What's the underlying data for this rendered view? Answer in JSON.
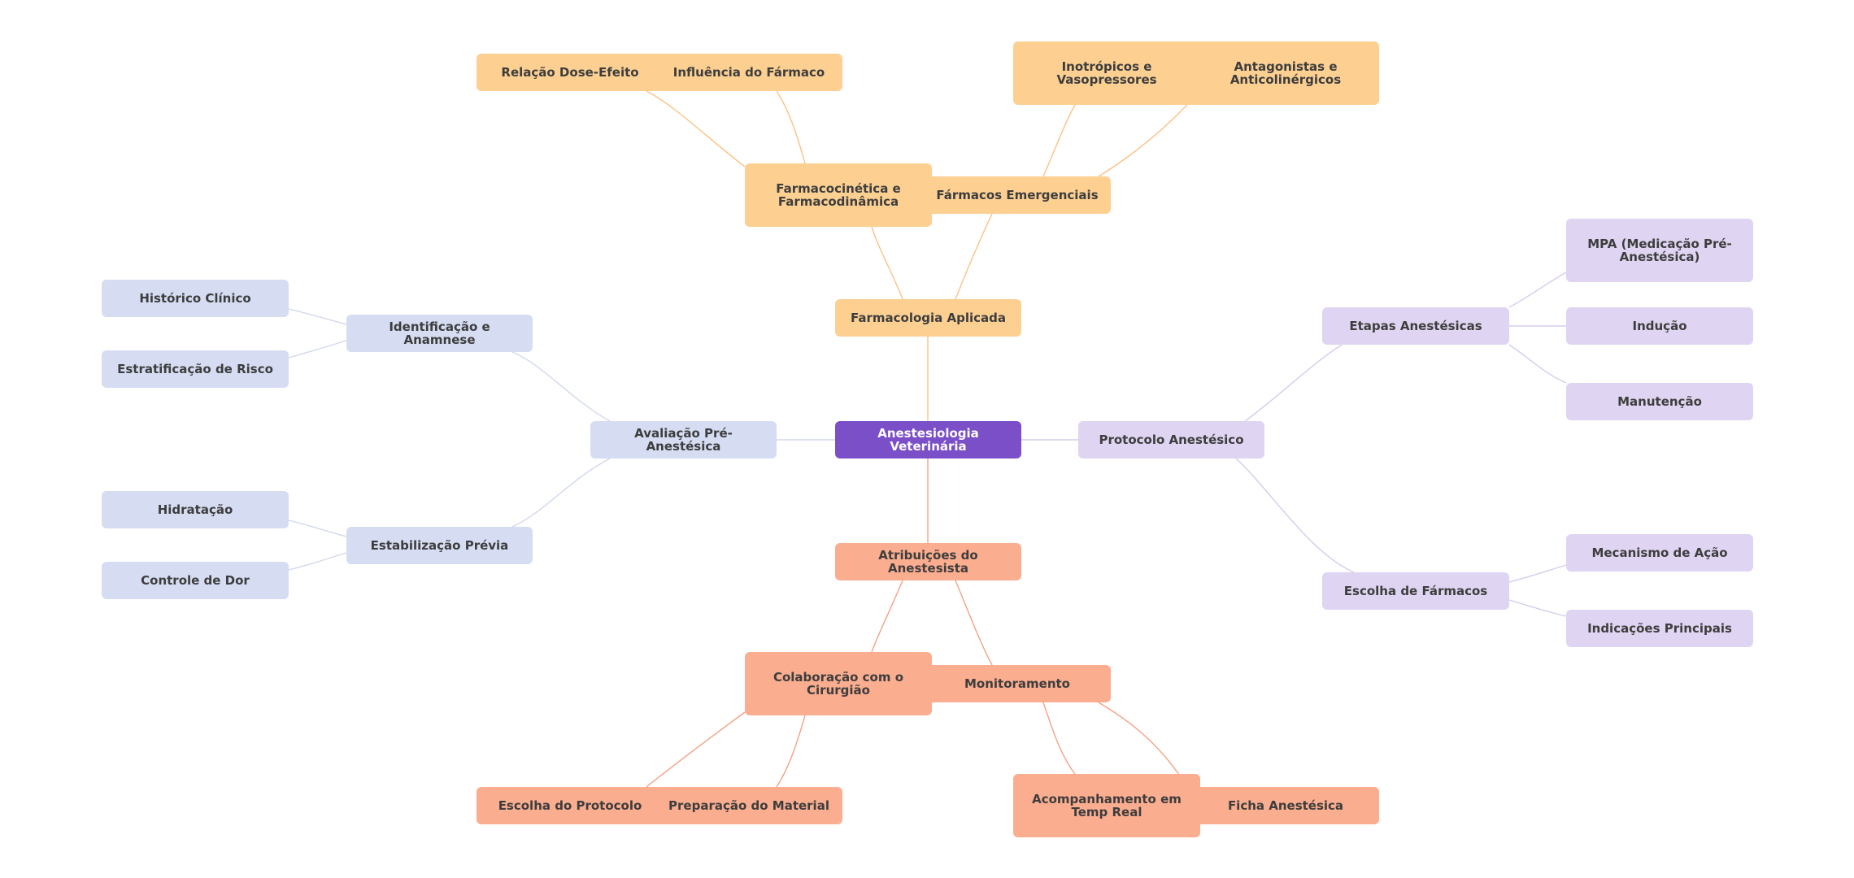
{
  "root": "Anestesiologia Veterinária",
  "pharma": {
    "label": "Farmacologia Aplicada",
    "farmaco": {
      "label": "Farmacocinética e Farmacodinâmica",
      "children": [
        "Relação Dose-Efeito",
        "Influência do Fármaco"
      ]
    },
    "emerg": {
      "label": "Fármacos Emergenciais",
      "children": [
        "Inotrópicos e Vasopressores",
        "Antagonistas e Anticolinérgicos"
      ]
    }
  },
  "atrib": {
    "label": "Atribuições do Anestesista",
    "colab": {
      "label": "Colaboração com o Cirurgião",
      "children": [
        "Escolha do Protocolo",
        "Preparação do Material"
      ]
    },
    "monit": {
      "label": "Monitoramento",
      "children": [
        "Acompanhamento em Temp Real",
        "Ficha Anestésica"
      ]
    }
  },
  "aval": {
    "label": "Avaliação Pré-Anestésica",
    "ident": {
      "label": "Identificação e Anamnese",
      "children": [
        "Histórico Clínico",
        "Estratificação de Risco"
      ]
    },
    "estab": {
      "label": "Estabilização Prévia",
      "children": [
        "Hidratação",
        "Controle de Dor"
      ]
    }
  },
  "proto": {
    "label": "Protocolo Anestésico",
    "etapas": {
      "label": "Etapas Anestésicas",
      "children": [
        "MPA (Medicação Pré-Anestésica)",
        "Indução",
        "Manutenção"
      ]
    },
    "escolha": {
      "label": "Escolha de Fármacos",
      "children": [
        "Mecanismo de Ação",
        "Indicações Principais"
      ]
    }
  },
  "colors": {
    "root": "#7b4fc8",
    "pharma": "#fdd092",
    "atrib": "#fbad8f",
    "aval": "#d6ddf3",
    "proto": "#dfd4f1"
  }
}
